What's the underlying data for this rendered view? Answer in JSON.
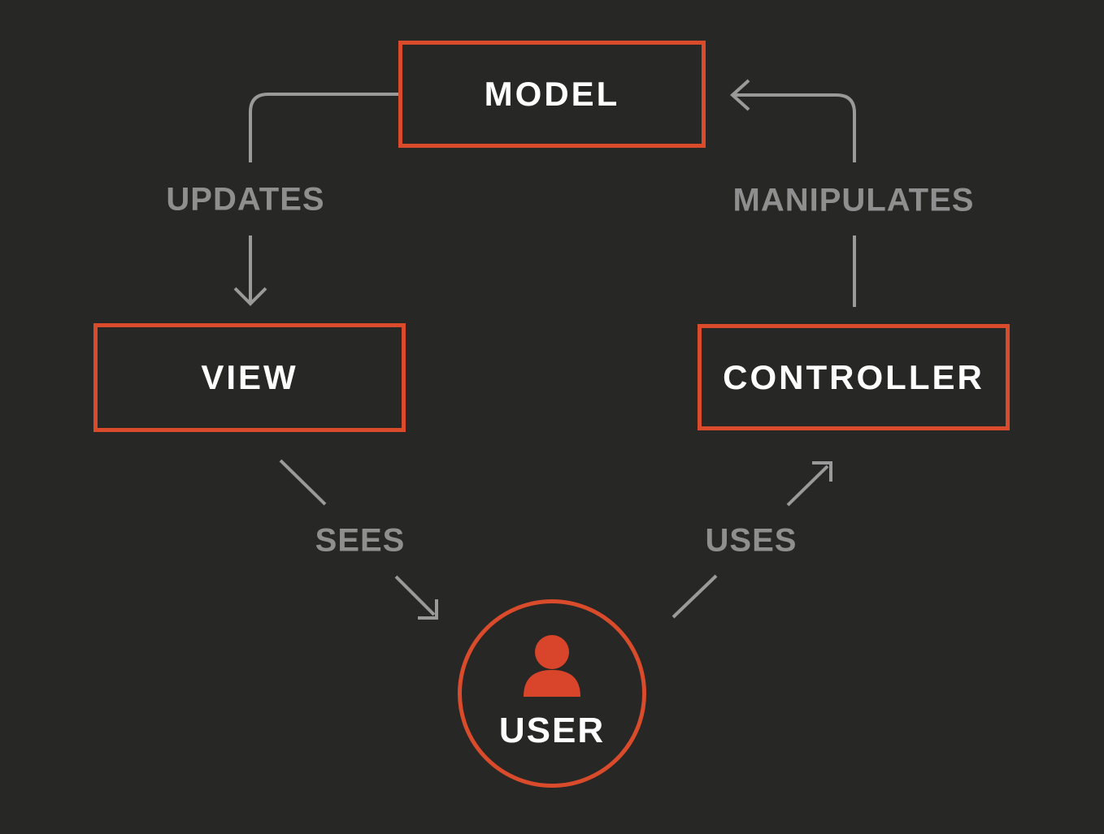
{
  "colors": {
    "background": "#272725",
    "accent": "#d94b2b",
    "icon_fill": "#d9452a",
    "line": "#9a9a9a",
    "edge_label_text": "#8f8f8f",
    "node_label_text": "#ffffff"
  },
  "nodes": {
    "model": {
      "label": "MODEL"
    },
    "view": {
      "label": "VIEW"
    },
    "controller": {
      "label": "CONTROLLER"
    },
    "user": {
      "label": "USER"
    }
  },
  "edges": {
    "updates": {
      "label": "UPDATES",
      "from": "model",
      "to": "view"
    },
    "manipulates": {
      "label": "MANIPULATES",
      "from": "controller",
      "to": "model"
    },
    "sees": {
      "label": "SEES",
      "from": "view",
      "to": "user"
    },
    "uses": {
      "label": "USES",
      "from": "user",
      "to": "controller"
    }
  }
}
